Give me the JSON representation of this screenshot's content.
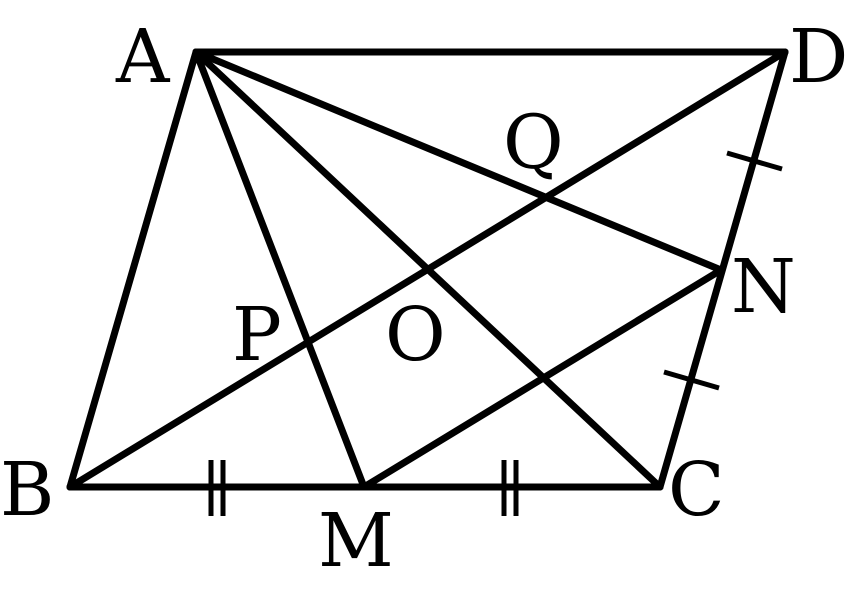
{
  "figure": {
    "stroke_color": "#000000",
    "background_color": "#ffffff",
    "points": {
      "A": "A",
      "B": "B",
      "C": "C",
      "D": "D",
      "M": "M",
      "N": "N",
      "O": "O",
      "P": "P",
      "Q": "Q"
    },
    "segments": [
      "AB",
      "BC",
      "CD",
      "DA",
      "AC",
      "BD",
      "AM",
      "AN",
      "MN"
    ],
    "equal_marks": [
      {
        "segments": [
          "BM",
          "MC"
        ],
        "mark": "double-tick"
      },
      {
        "segments": [
          "DN",
          "NC"
        ],
        "mark": "single-tick"
      }
    ]
  }
}
